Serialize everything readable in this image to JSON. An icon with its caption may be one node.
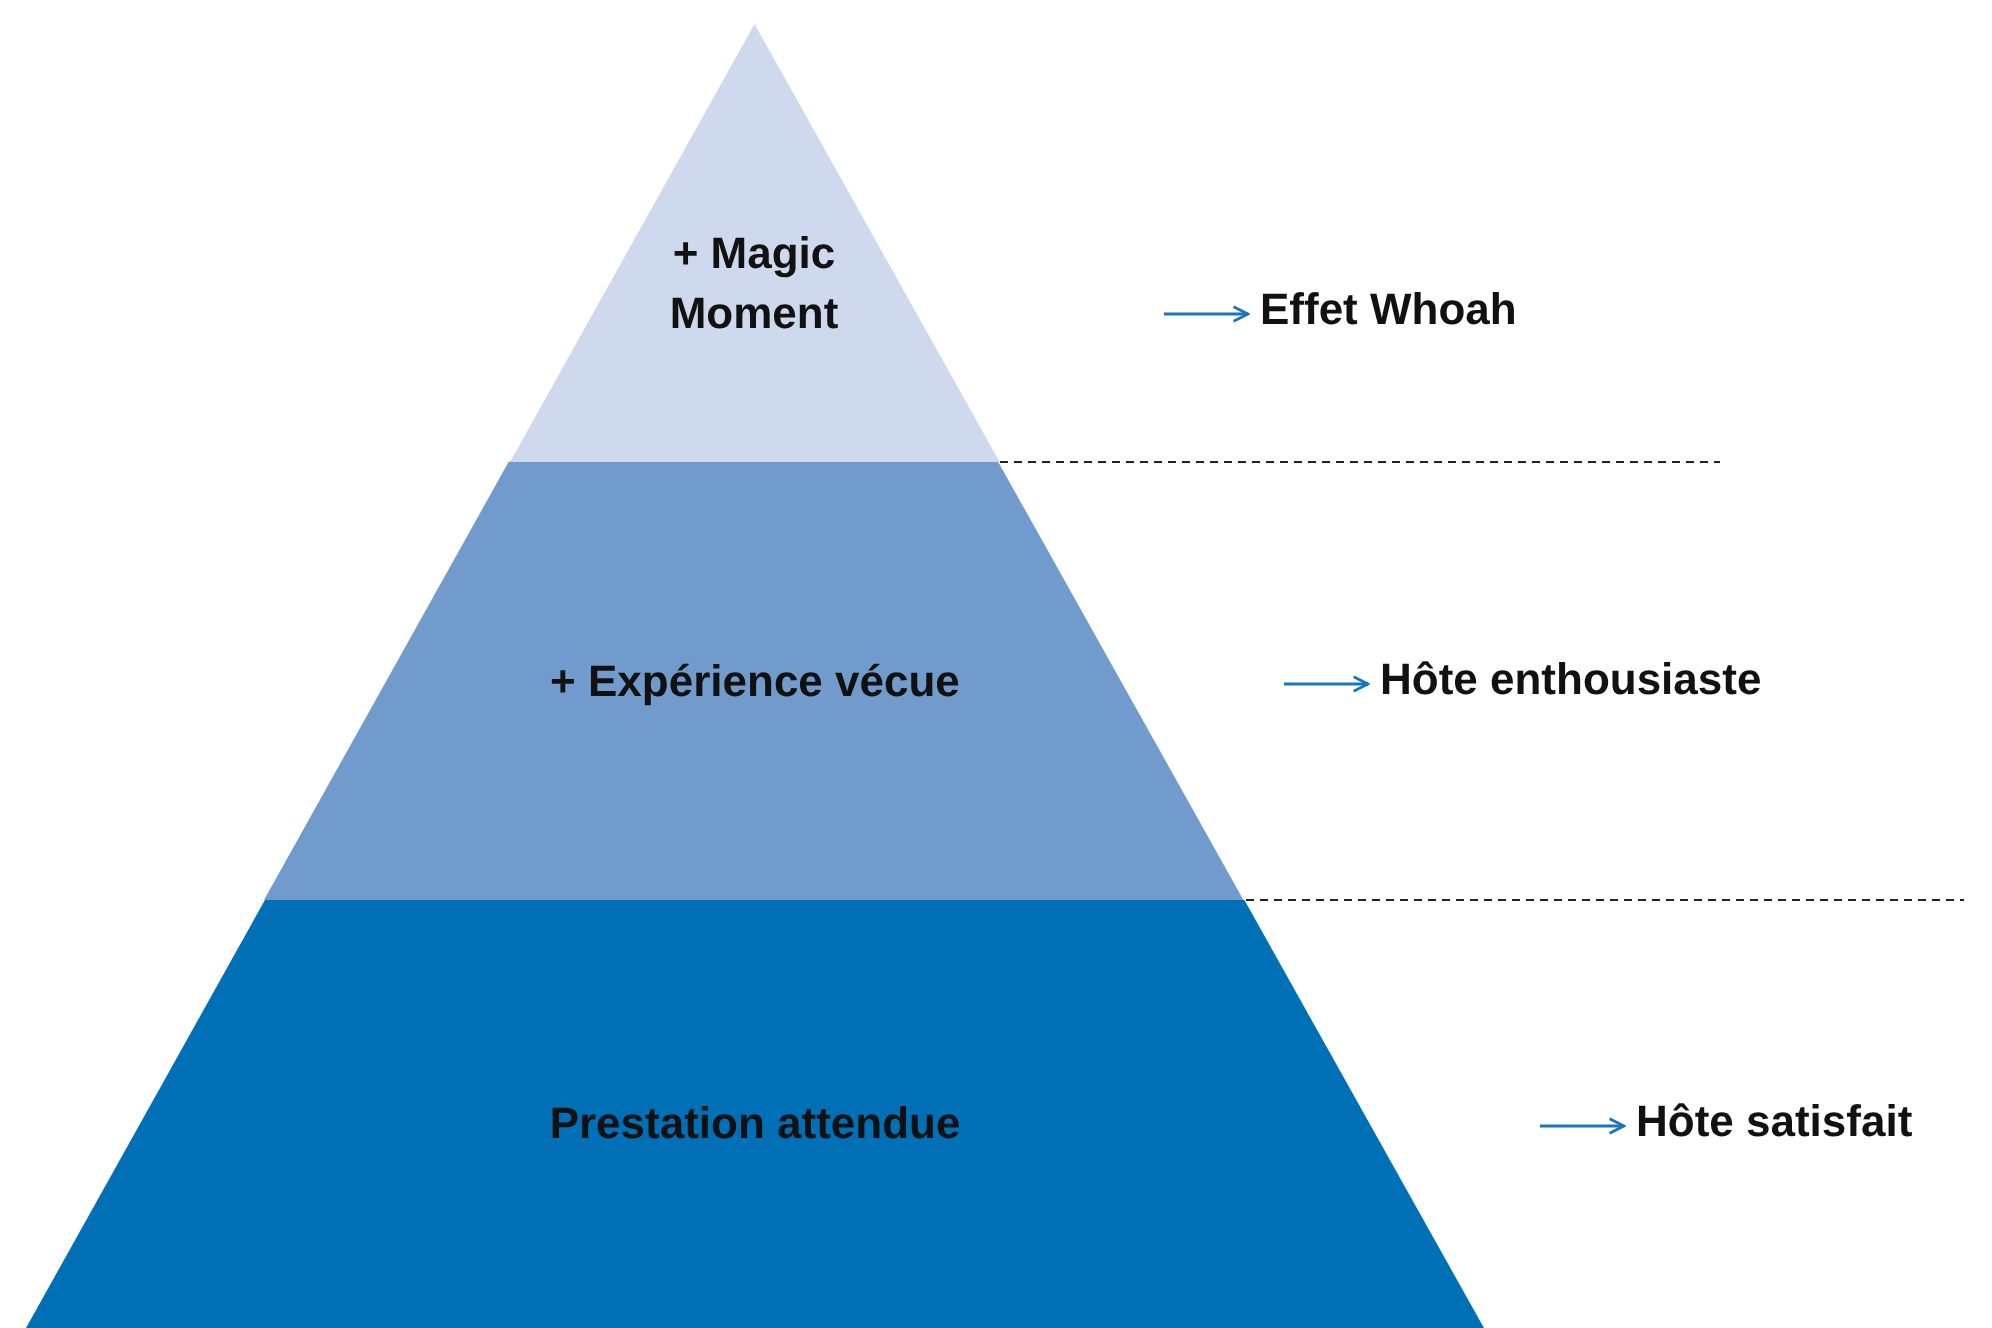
{
  "diagram": {
    "nodes": [
      {
        "text": [
          "+ Magic Moment"
        ]
      },
      {
        "text": [
          "+ Expérience vécue"
        ]
      },
      {
        "text": [
          "Prestation attendue"
        ]
      },
      {
        "text": [
          "Effet Whoah"
        ]
      },
      {
        "text": [
          "Hôte enthousiaste"
        ]
      },
      {
        "text": [
          "Hôte satisfait"
        ]
      }
    ],
    "edges": [
      {
        "from": null,
        "to": 3,
        "arrow": "to"
      },
      {
        "from": null,
        "to": 4,
        "arrow": "to"
      },
      {
        "from": null,
        "to": 5,
        "arrow": "to"
      }
    ]
  }
}
